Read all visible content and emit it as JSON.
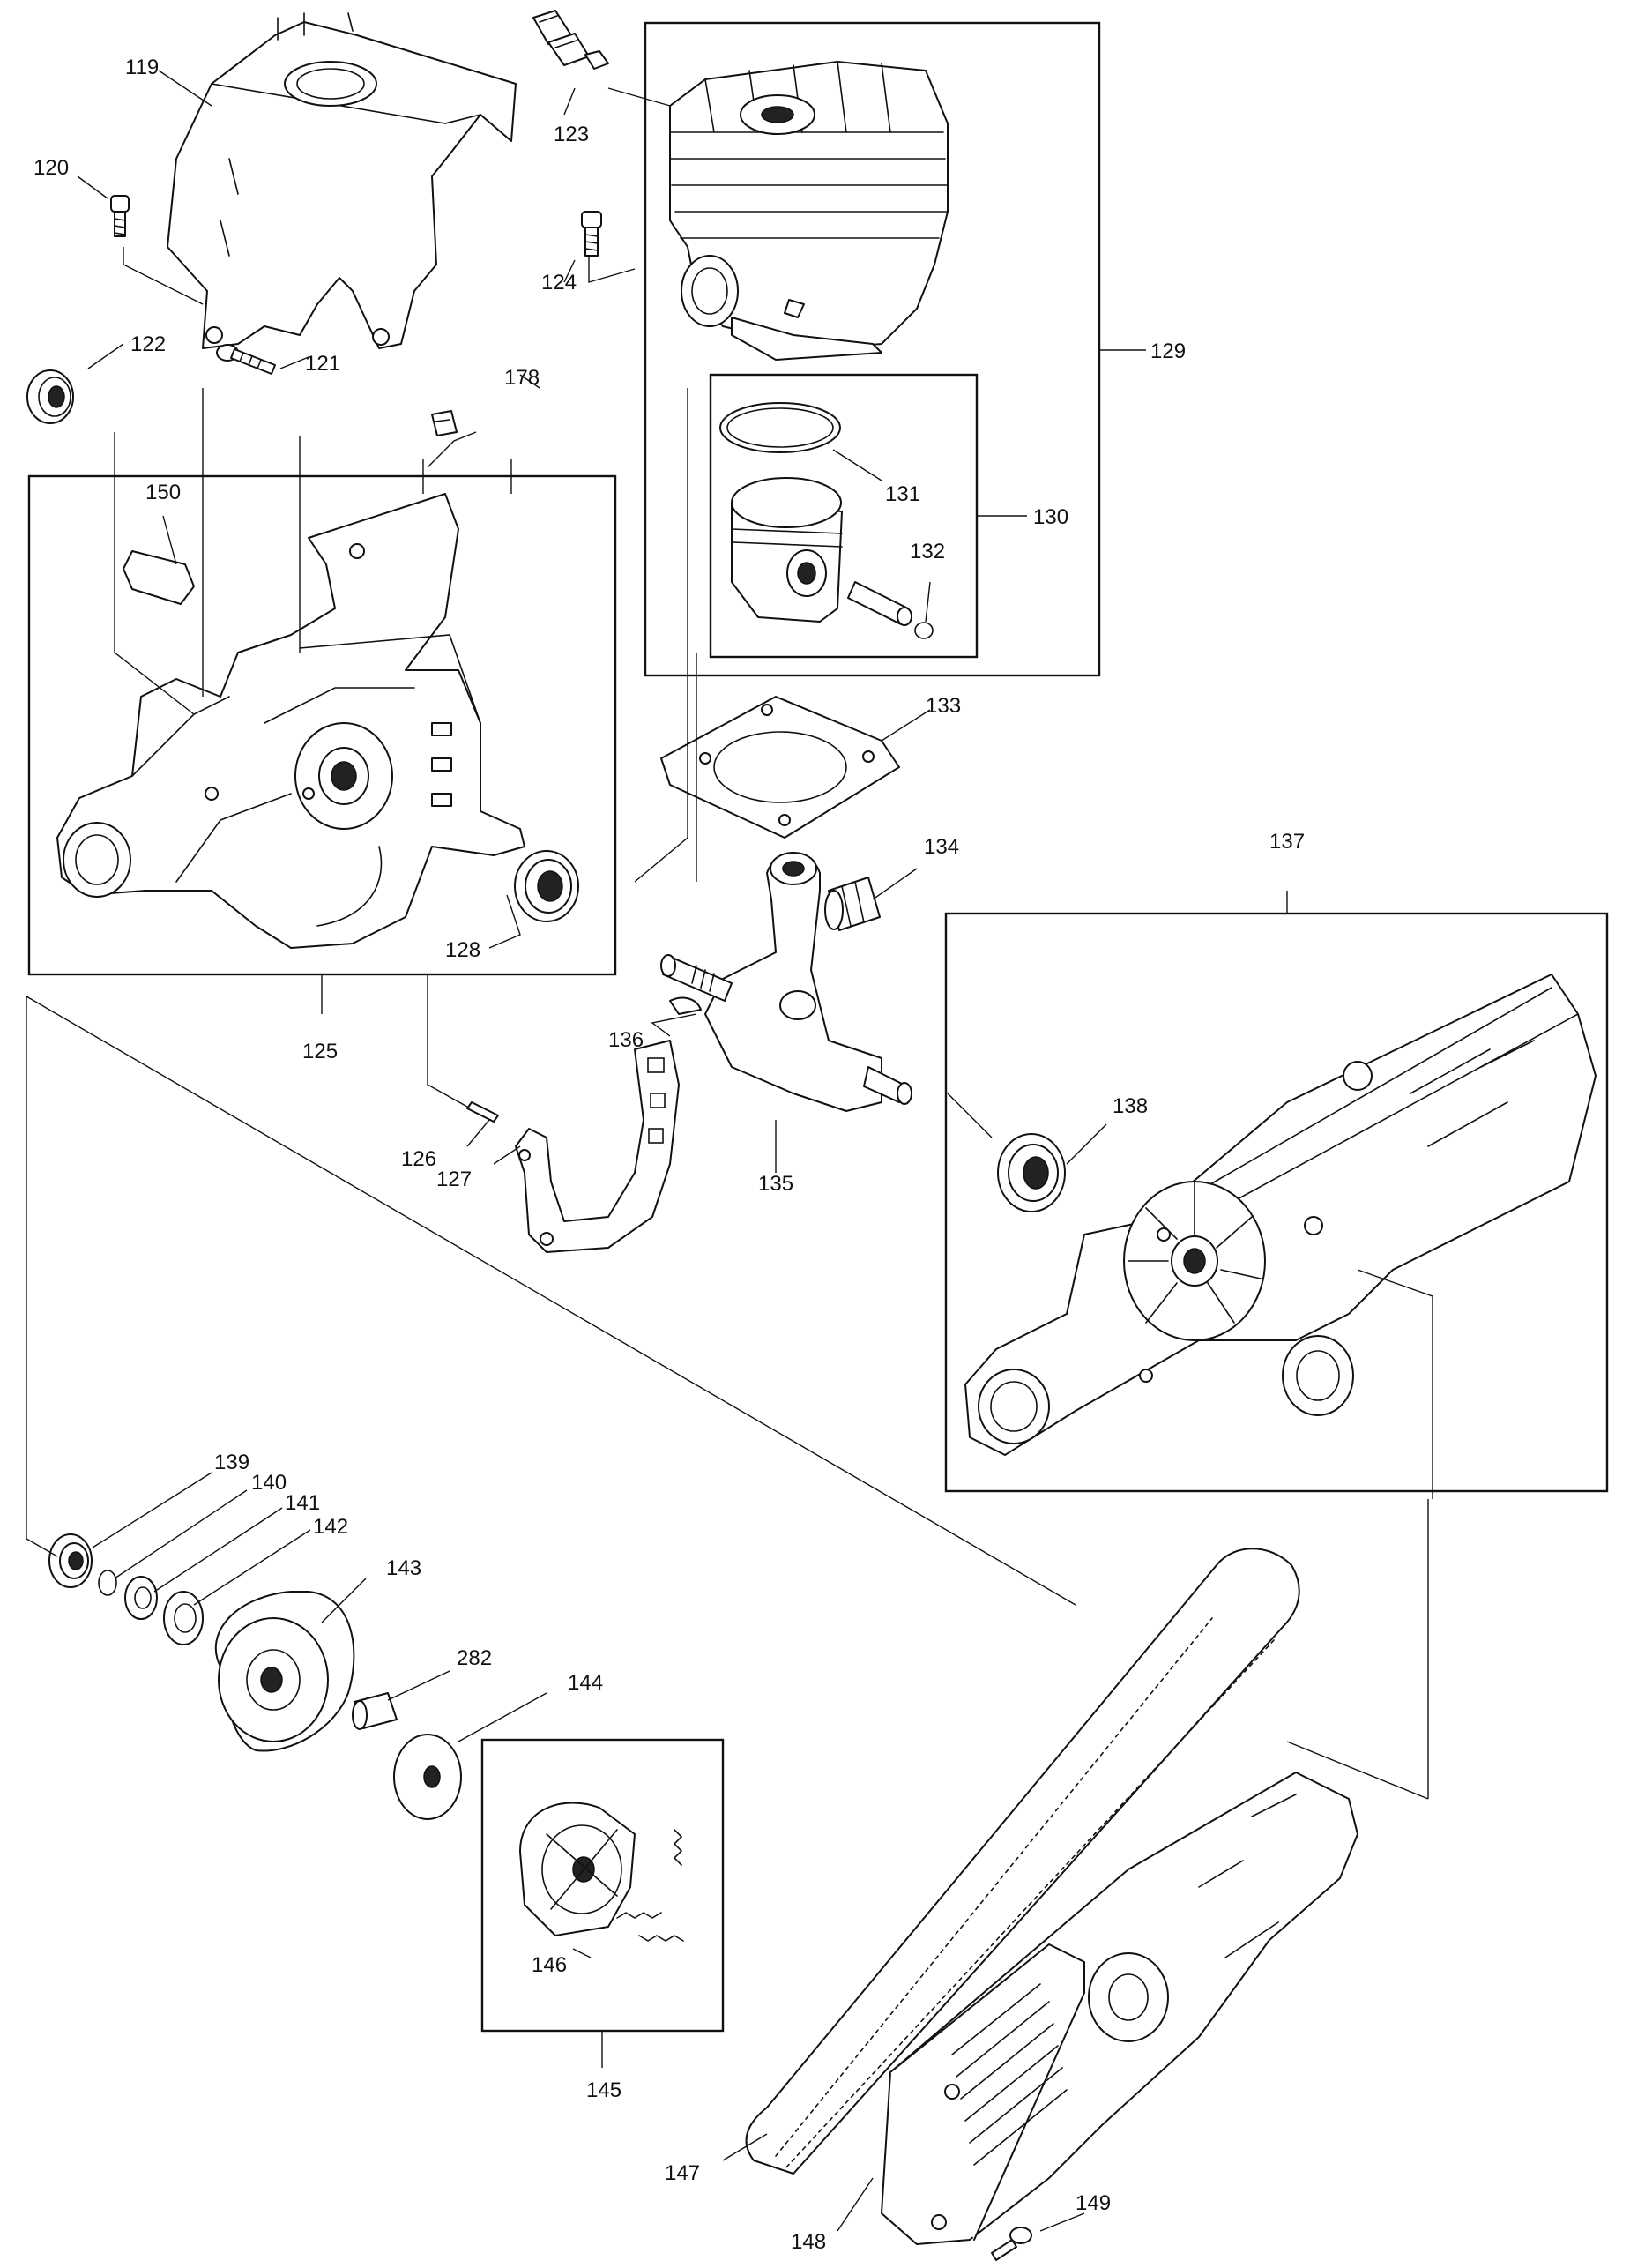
{
  "diagram": {
    "callouts": [
      {
        "id": "119",
        "label": "119"
      },
      {
        "id": "120",
        "label": "120"
      },
      {
        "id": "121",
        "label": "121"
      },
      {
        "id": "122",
        "label": "122"
      },
      {
        "id": "123",
        "label": "123"
      },
      {
        "id": "124",
        "label": "124"
      },
      {
        "id": "125",
        "label": "125"
      },
      {
        "id": "126",
        "label": "126"
      },
      {
        "id": "127",
        "label": "127"
      },
      {
        "id": "128",
        "label": "128"
      },
      {
        "id": "129",
        "label": "129"
      },
      {
        "id": "130",
        "label": "130"
      },
      {
        "id": "131",
        "label": "131"
      },
      {
        "id": "132",
        "label": "132"
      },
      {
        "id": "133",
        "label": "133"
      },
      {
        "id": "134",
        "label": "134"
      },
      {
        "id": "135",
        "label": "135"
      },
      {
        "id": "136",
        "label": "136"
      },
      {
        "id": "137",
        "label": "137"
      },
      {
        "id": "138",
        "label": "138"
      },
      {
        "id": "139",
        "label": "139"
      },
      {
        "id": "140",
        "label": "140"
      },
      {
        "id": "141",
        "label": "141"
      },
      {
        "id": "142",
        "label": "142"
      },
      {
        "id": "143",
        "label": "143"
      },
      {
        "id": "144",
        "label": "144"
      },
      {
        "id": "145",
        "label": "145"
      },
      {
        "id": "146",
        "label": "146"
      },
      {
        "id": "147",
        "label": "147"
      },
      {
        "id": "148",
        "label": "148"
      },
      {
        "id": "149",
        "label": "149"
      },
      {
        "id": "150",
        "label": "150"
      },
      {
        "id": "178",
        "label": "178"
      },
      {
        "id": "282",
        "label": "282"
      }
    ]
  }
}
